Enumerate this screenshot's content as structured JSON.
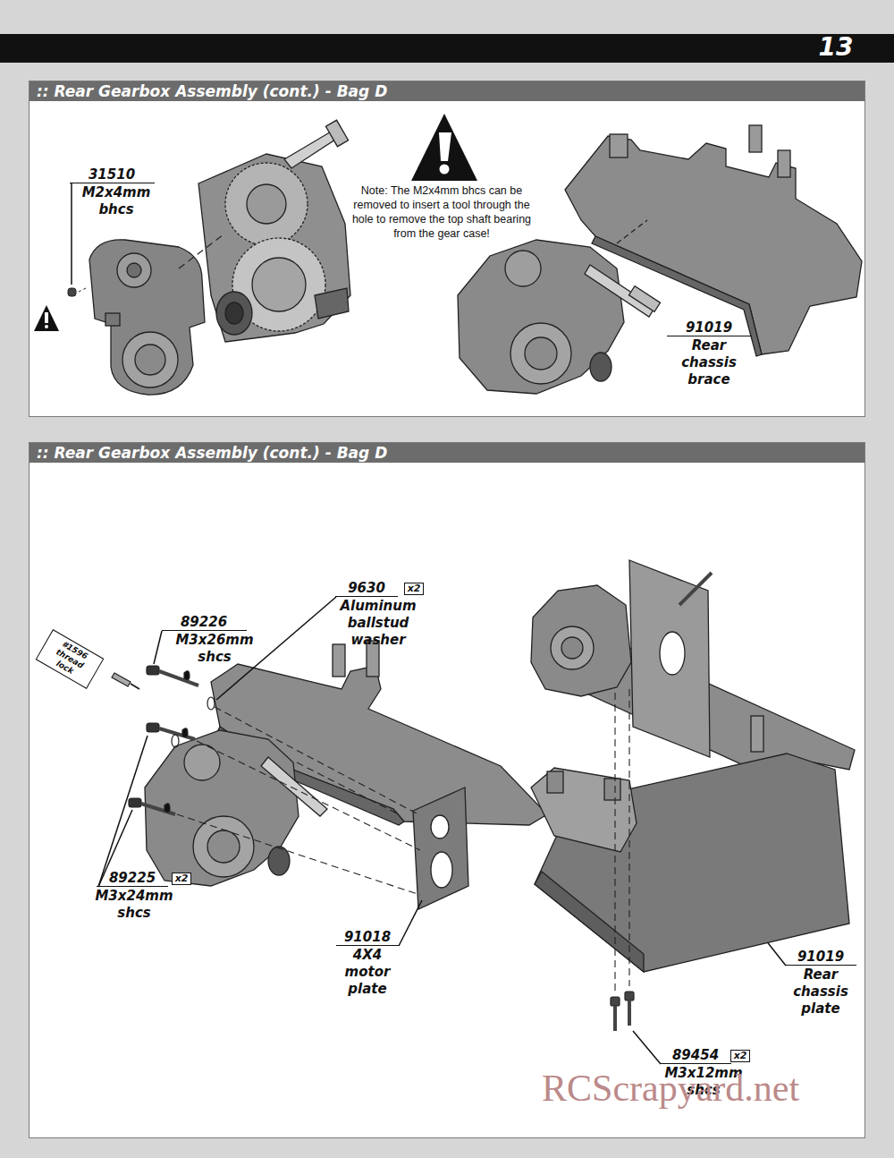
{
  "diagram": {
    "nodes": [
      {
        "text": [
          ":: Rear Gearbox Assembly (cont.) - Bag D"
        ]
      },
      {
        "text": [
          ":: Rear Gearbox Assembly (cont.) - Bag D"
        ]
      },
      {
        "text": [
          "#1596 thread lock"
        ],
        "in": 1
      }
    ],
    "labels": [
      "13",
      "31510",
      "M2x4mm bhcs",
      "Note: The M2x4mm bhcs can be removed to insert a tool through the hole to remove the top shaft bearing from the gear case!",
      "91019",
      "Rear chassis brace",
      "89226",
      "M3x26mm shcs",
      "9630",
      "x2",
      "Aluminum ballstud washer",
      "89225",
      "x2",
      "M3x24mm shcs",
      "91018",
      "4X4 motor plate",
      "91019",
      "Rear chassis plate",
      "89454",
      "x2",
      "M3x12mm shcs",
      "RCScrapyard.net"
    ]
  }
}
